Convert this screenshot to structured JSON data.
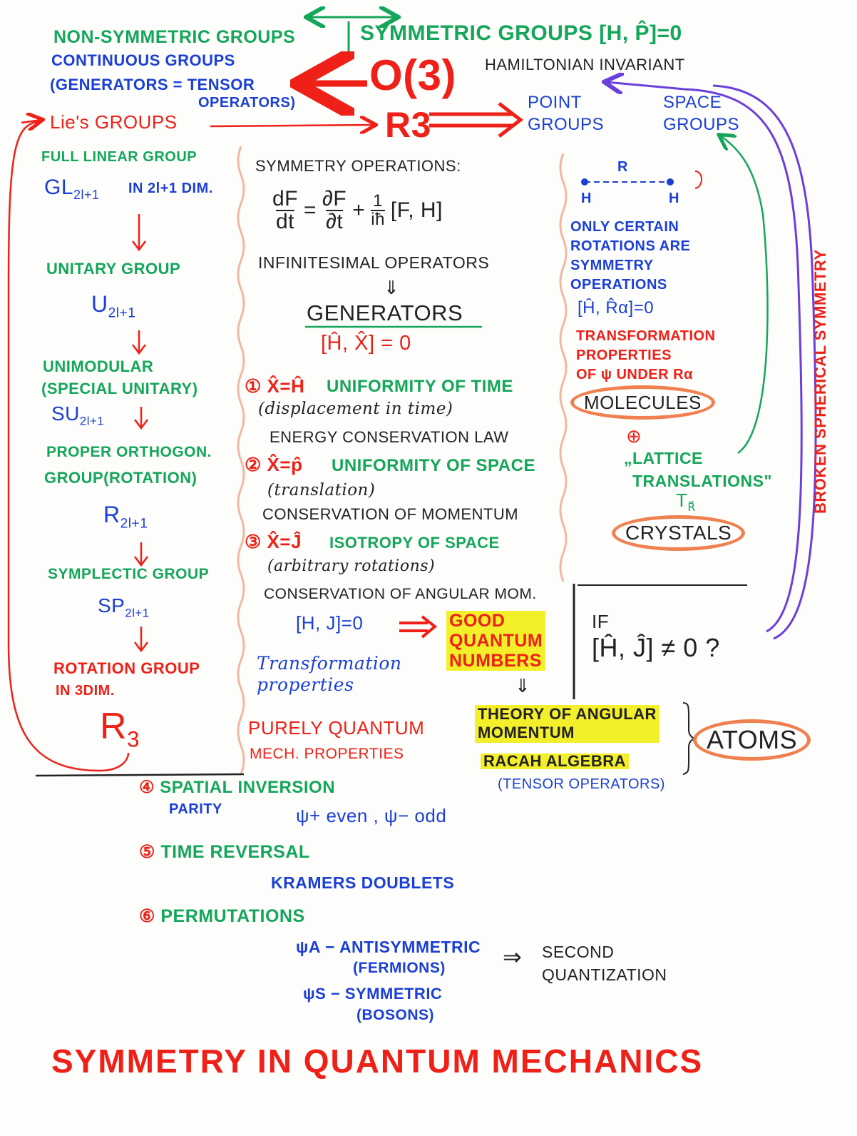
{
  "header": {
    "non_symmetric": "NON-SYMMETRIC GROUPS",
    "symmetric": "SYMMETRIC GROUPS [H, P̂]=0",
    "continuous": "CONTINUOUS GROUPS",
    "generators_tensor": "(GENERATORS = TENSOR",
    "operators": "OPERATORS)",
    "o3": "O(3)",
    "hamiltonian_invariant": "HAMILTONIAN INVARIANT",
    "lies_groups": "Lie's GROUPS",
    "r3": "R3",
    "point_groups": [
      "POINT",
      "GROUPS"
    ],
    "space_groups": [
      "SPACE",
      "GROUPS"
    ]
  },
  "left_column": {
    "full_linear": "FULL LINEAR GROUP",
    "gl": "GL",
    "gl_sub": "2l+1",
    "gl_dim": "IN 2l+1 DIM.",
    "unitary": "UNITARY GROUP",
    "u": "U",
    "u_sub": "2l+1",
    "unimodular": "UNIMODULAR",
    "special_unitary": "(SPECIAL UNITARY)",
    "su": "SU",
    "su_sub": "2l+1",
    "proper_orthogon": "PROPER ORTHOGON.",
    "group_rotation": "GROUP(ROTATION)",
    "r": "R",
    "r_sub": "2l+1",
    "symplectic": "SYMPLECTIC GROUP",
    "sp": "SP",
    "sp_sub": "2l+1",
    "rotation_group": "ROTATION GROUP",
    "in_3dim": "IN 3DIM.",
    "r3": "R",
    "r3_sub": "3"
  },
  "middle": {
    "symmetry_operations": "SYMMETRY OPERATIONS:",
    "equation": {
      "lhs_num": "dF",
      "lhs_den": "dt",
      "eq": "=",
      "p_num": "∂F",
      "p_den": "∂t",
      "plus": "+",
      "c_num": "1",
      "c_den": "iħ",
      "bracket": "[F, H]"
    },
    "infinitesimal": "INFINITESIMAL OPERATORS",
    "implies": "⇓",
    "generators": "GENERATORS",
    "commutator": "[Ĥ, X̂] = 0",
    "items": [
      {
        "num": "①",
        "eq": "X̂=Ĥ",
        "name": "UNIFORMITY OF TIME",
        "note": "(displacement in time)",
        "law": "ENERGY CONSERVATION LAW"
      },
      {
        "num": "②",
        "eq": "X̂=p̂",
        "name": "UNIFORMITY OF SPACE",
        "note": "(translation)",
        "law": "CONSERVATION OF MOMENTUM"
      },
      {
        "num": "③",
        "eq": "X̂=Ĵ",
        "name": "ISOTROPY OF SPACE",
        "note": "(arbitrary rotations)",
        "law": "CONSERVATION OF ANGULAR MOM."
      }
    ],
    "hj": "[H, J]=0",
    "arrow": "⇒",
    "good_qn": [
      "GOOD",
      "QUANTUM",
      "NUMBERS"
    ],
    "transformation": [
      "Transformation",
      "properties"
    ],
    "purely": [
      "PURELY QUANTUM",
      "MECH. PROPERTIES"
    ],
    "down": "⇓",
    "theory": [
      "THEORY OF ANGULAR",
      "MOMENTUM"
    ],
    "racah": "RACAH ALGEBRA",
    "tensor_ops": "(TENSOR OPERATORS)",
    "atoms": "ATOMS"
  },
  "right": {
    "mol_r": "R",
    "mol_h1": "H",
    "mol_h2": "H",
    "only_certain": [
      "ONLY CERTAIN",
      "ROTATIONS ARE",
      "SYMMETRY",
      "OPERATIONS"
    ],
    "comm": "[Ĥ, R̂α]=0",
    "transf": [
      "TRANSFORMATION",
      "PROPERTIES",
      "OF ψ UNDER Rα"
    ],
    "molecules": "MOLECULES",
    "plus": "⊕",
    "lattice": [
      "„LATTICE",
      "TRANSLATIONS\""
    ],
    "tr": "T",
    "tr_sub": "R⃗",
    "crystals": "CRYSTALS",
    "broken": "BROKEN SPHERICAL SYMMETRY",
    "if": "IF",
    "if_eq": "[Ĥ, Ĵ] ≠ 0 ?"
  },
  "bottom": {
    "items": [
      {
        "num": "④",
        "name": "SPATIAL INVERSION"
      },
      {
        "num": "⑤",
        "name": "TIME REVERSAL"
      },
      {
        "num": "⑥",
        "name": "PERMUTATIONS"
      }
    ],
    "parity": "PARITY",
    "parity_eq": "ψ+ even , ψ− odd",
    "kramers": "KRAMERS DOUBLETS",
    "psi_a": "ψA − ANTISYMMETRIC",
    "fermions": "(FERMIONS)",
    "psi_s": "ψS − SYMMETRIC",
    "bosons": "(BOSONS)",
    "implies": "⇒",
    "second": [
      "SECOND",
      "QUANTIZATION"
    ]
  },
  "title": "SYMMETRY IN QUANTUM MECHANICS"
}
